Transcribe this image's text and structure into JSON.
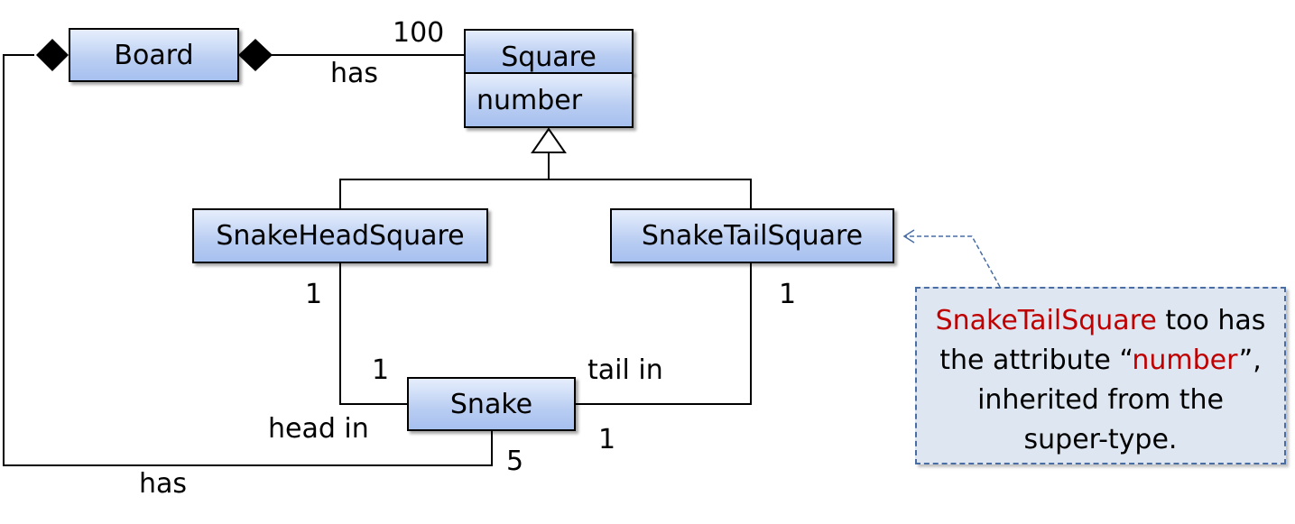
{
  "classes": {
    "board": "Board",
    "square": "Square",
    "square_attr": "number",
    "snake_head_square": "SnakeHeadSquare",
    "snake_tail_square": "SnakeTailSquare",
    "snake": "Snake"
  },
  "labels": {
    "board_square_mult": "100",
    "board_square_role": "has",
    "head_mult_square": "1",
    "head_mult_snake": "1",
    "head_role": "head in",
    "tail_mult_square": "1",
    "tail_mult_snake": "1",
    "tail_role": "tail in",
    "snake_mult": "5",
    "board_snake_role": "has"
  },
  "note": {
    "line1_red": "SnakeTailSquare",
    "line1_rest": " too has",
    "line2_start": "the attribute “",
    "line2_red": "number",
    "line2_end": "”,",
    "line3": "inherited from the",
    "line4": "super-type."
  },
  "colors": {
    "class_fill_top": "#e6eefc",
    "class_fill_bottom": "#a6c0ef",
    "note_fill": "#dde6f1",
    "note_border": "#4a6da3",
    "highlight": "#c00000"
  }
}
